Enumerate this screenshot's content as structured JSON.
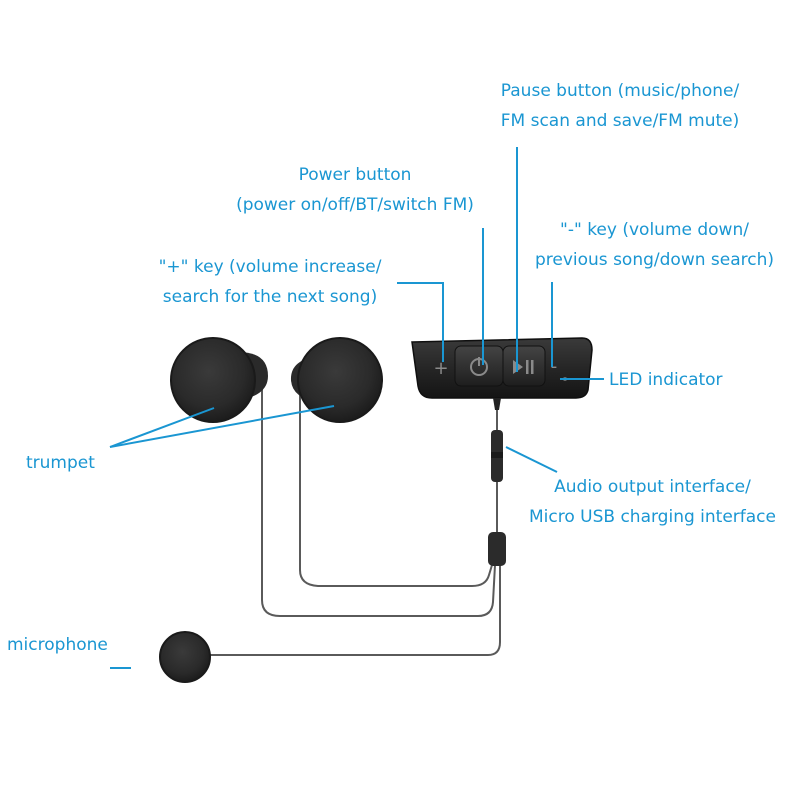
{
  "labels": {
    "pause_line1": "Pause button (music/phone/",
    "pause_line2": "FM scan and save/FM mute)",
    "power_line1": "Power button",
    "power_line2": "(power on/off/BT/switch FM)",
    "minus_line1": "\"-\" key (volume down/",
    "minus_line2": "previous song/down search)",
    "plus_line1": "\"+\" key (volume increase/",
    "plus_line2": "search for the next song)",
    "led": "LED indicator",
    "trumpet": "trumpet",
    "audio_line1": "Audio output interface/",
    "audio_line2": "Micro USB charging interface",
    "microphone": "microphone"
  },
  "control_unit": {
    "plus_symbol": "+",
    "minus_symbol": "-"
  },
  "colors": {
    "callout": "#1a96d2",
    "device": "#2b2b2b",
    "device_dark": "#1a1a1a",
    "cable": "#5a5a5a"
  },
  "icons": [
    "power-icon",
    "play-pause-icon"
  ]
}
